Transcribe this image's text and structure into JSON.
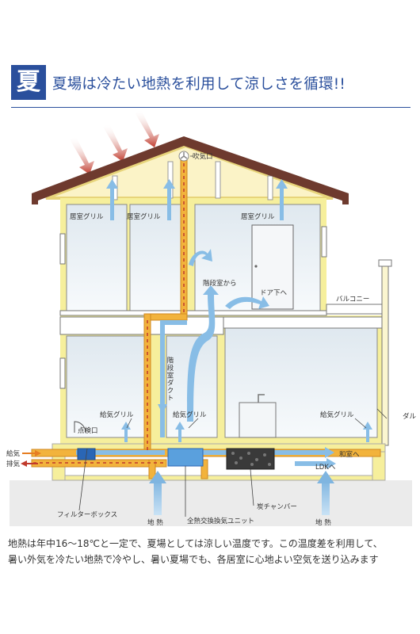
{
  "header": {
    "badge": "夏",
    "title": "夏場は冷たい地熱を利用して涼しさを循環!!"
  },
  "labels": {
    "exhaust_port": "吹気口",
    "room_grille": "居室グリル",
    "from_stairwell": "階段室から",
    "under_door": "ドア下へ",
    "balcony": "バルコニー",
    "stair_duct": "階段室ダクト",
    "supply_grille": "給気グリル",
    "inspection_port": "点検口",
    "duct_label": "ダル",
    "supply": "給気",
    "exhaust": "排気",
    "to_japanese_room": "和室へ",
    "to_ldk": "LDKへ",
    "filter_box": "フィルターボックス",
    "heat_exchanger": "全熱交換換気ユニット",
    "charcoal_chamber": "炭チャンバー",
    "ground_heat": "地 熱"
  },
  "caption": {
    "line1": "地熱は年中16～18℃と一定で、夏場としては涼しい温度です。この温度差を利用して、",
    "line2": "暑い外気を冷たい地熱で冷やし、暑い夏場でも、各居室に心地よい空気を送り込みます"
  },
  "colors": {
    "brand_blue": "#2a4f9c",
    "air_blue": "#88bde6",
    "roof": "#6e3a2e",
    "insulation": "#f3e89a",
    "duct_orange": "#e89a2c",
    "heat_arrow": "#c0392b",
    "ground": "#e9e9e9"
  }
}
